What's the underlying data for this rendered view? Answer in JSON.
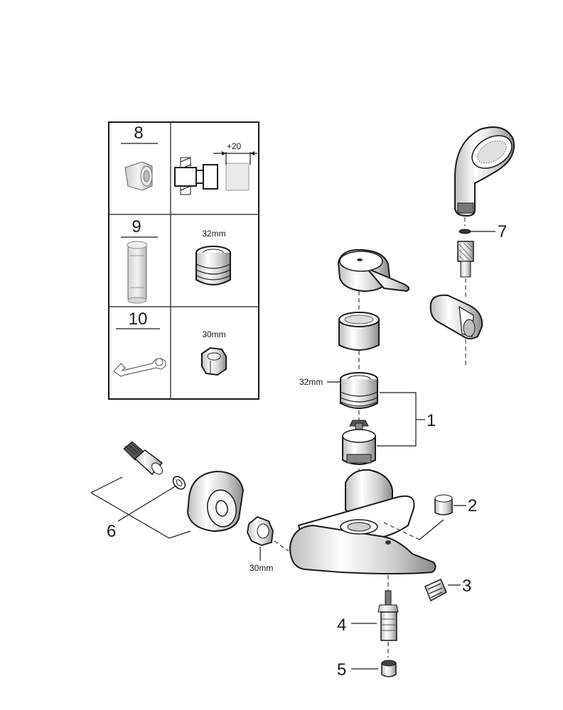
{
  "table": {
    "rows": [
      {
        "number": "8",
        "size": "",
        "dimension": "+20"
      },
      {
        "number": "9",
        "size": "32mm"
      },
      {
        "number": "10",
        "size": "30mm"
      }
    ]
  },
  "callouts": {
    "p1": "1",
    "p2": "2",
    "p3": "3",
    "p4": "4",
    "p5": "5",
    "p6": "6",
    "p7": "7"
  },
  "sizes": {
    "cartridge_nut": "32mm",
    "wall_nut": "30mm"
  },
  "colors": {
    "line": "#1a1a1a",
    "metal_light": "#f2f2f2",
    "metal_dark": "#7a7a7a"
  }
}
